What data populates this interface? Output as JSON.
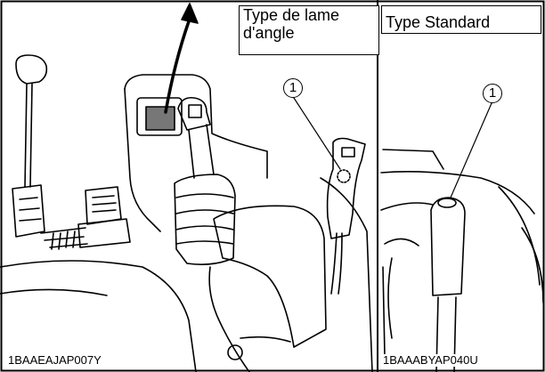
{
  "captions": {
    "left_line1": "Type de lame",
    "left_line2": "d'angle",
    "right": "Type Standard"
  },
  "callouts": {
    "left": "1",
    "right": "1"
  },
  "figure_codes": {
    "left": "1BAAEAJAP007Y",
    "right": "1BAAABYAP040U"
  }
}
